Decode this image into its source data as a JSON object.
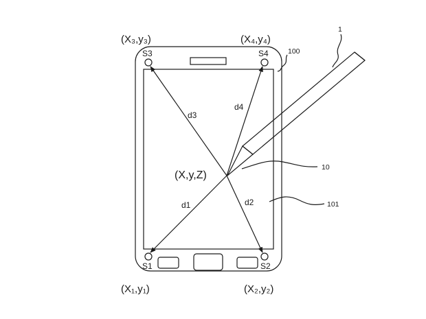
{
  "coords": {
    "tl": "(X₃,y₃)",
    "tr": "(X₄,y₄)",
    "bl": "(X₁,y₁)",
    "br": "(X₂,y₂)"
  },
  "sensors": {
    "s1": "S1",
    "s2": "S2",
    "s3": "S3",
    "s4": "S4"
  },
  "distances": {
    "d1": "d1",
    "d2": "d2",
    "d3": "d3",
    "d4": "d4"
  },
  "point_label": "(X,y,Z)",
  "refs": {
    "pen": "1",
    "device": "100",
    "pen_tip": "10",
    "screen": "101"
  }
}
